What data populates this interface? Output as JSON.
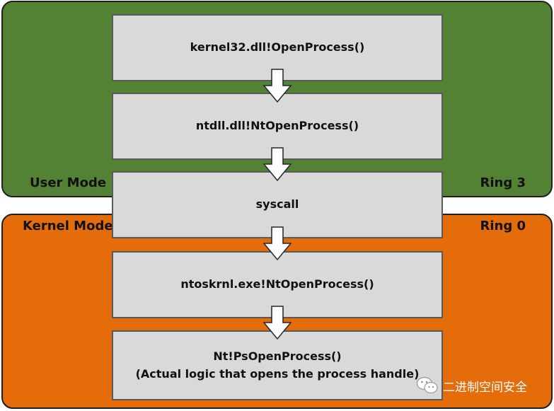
{
  "regions": {
    "user": {
      "label": "User Mode",
      "ring": "Ring 3",
      "color": "#548235"
    },
    "kernel": {
      "label": "Kernel Mode",
      "ring": "Ring 0",
      "color": "#e46c0a"
    }
  },
  "boxes": [
    {
      "lines": [
        "kernel32.dll!OpenProcess()"
      ]
    },
    {
      "lines": [
        "ntdll.dll!NtOpenProcess()"
      ]
    },
    {
      "lines": [
        "syscall"
      ]
    },
    {
      "lines": [
        "ntoskrnl.exe!NtOpenProcess()"
      ]
    },
    {
      "lines": [
        "Nt!PsOpenProcess()",
        "(Actual logic that opens the process handle)"
      ]
    }
  ],
  "arrows": {
    "count": 4,
    "fill": "#ffffff",
    "stroke": "#262626"
  },
  "watermark": {
    "icon": "wechat-icon",
    "text": "二进制空间安全"
  }
}
